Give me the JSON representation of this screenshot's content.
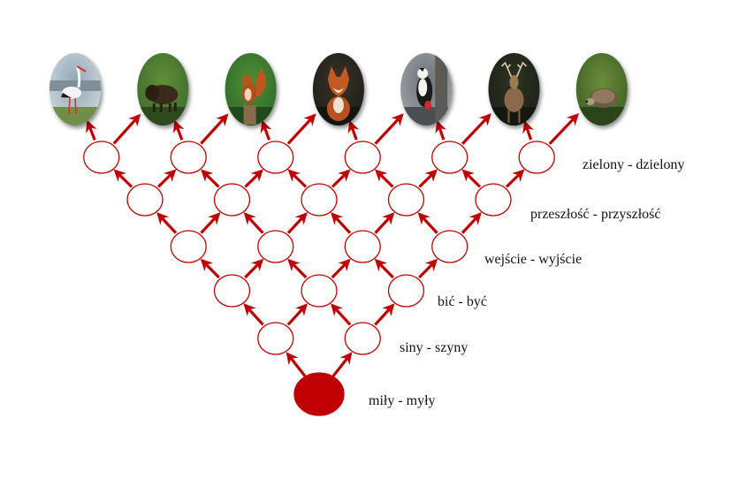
{
  "colors": {
    "arrow": "#c00000",
    "start_fill": "#c00000",
    "node_stroke": "#c00000",
    "node_fill": "#ffffff"
  },
  "levels": [
    {
      "pair": "miły - myły"
    },
    {
      "pair": "siny - szyny"
    },
    {
      "pair": "bić - być"
    },
    {
      "pair": "wejście - wyjście"
    },
    {
      "pair": "przeszłość - przyszłość"
    },
    {
      "pair": "zielony - dzielony"
    }
  ],
  "animals": [
    {
      "name": "stork-photo"
    },
    {
      "name": "bison-photo"
    },
    {
      "name": "squirrel-photo"
    },
    {
      "name": "fox-photo"
    },
    {
      "name": "woodpecker-photo"
    },
    {
      "name": "deer-photo"
    },
    {
      "name": "hedgehog-photo"
    }
  ]
}
